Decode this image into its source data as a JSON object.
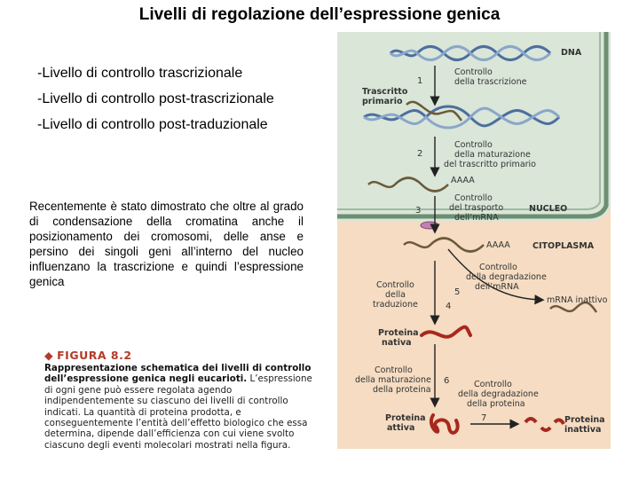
{
  "title": "Livelli di regolazione dell’espressione genica",
  "bullets": [
    "-Livello di controllo trascrizionale",
    "-Livello di controllo post-trascrizionale",
    "-Livello di controllo post-traduzionale"
  ],
  "paragraph": "Recentemente è stato dimostrato che oltre al grado di condensazione della cromatina anche il posizionamento dei cromosomi, delle anse e persino dei singoli geni all’interno del nucleo influenzano la trascrizione e quindi l’espressione genica",
  "figure": {
    "label": "FIGURA 8.2",
    "caption_bold": "Rappresentazione schematica dei livelli di controllo dell’espressione genica negli eucarioti.",
    "caption_rest": " L’espressione di ogni gene può essere regolata agendo indipendentemente su ciascuno dei livelli di controllo indicati. La quantità di proteina prodotta, e conseguentemente l’entità dell’effetto biologico che essa determina, dipende dall’efficienza con cui viene svolto ciascuno degli eventi molecolari mostrati nella figura."
  },
  "diagram": {
    "colors": {
      "nucleus": "#d9e6d8",
      "cytoplasm": "#f5dcc2",
      "membrane": "#6c8f72",
      "dna_blue": "#4d6e9e",
      "rna": "#6b5a3a",
      "protein": "#a8281e"
    },
    "dna_label": "DNA",
    "nucleus_label": "NUCLEO",
    "cytoplasm_label": "CITOPLASMA",
    "primary_transcript_label": [
      "Trascritto",
      "primario"
    ],
    "steps": [
      {
        "number": "1",
        "label": [
          "Controllo",
          "della trascrizione"
        ]
      },
      {
        "number": "2",
        "label": [
          "Controllo",
          "della maturazione",
          "del trascritto primario"
        ]
      },
      {
        "number": "3",
        "label": [
          "Controllo",
          "del trasporto",
          "dell’mRNA"
        ]
      },
      {
        "number": "4",
        "label": [
          "Controllo",
          "della",
          "traduzione"
        ]
      },
      {
        "number": "5",
        "label": [
          "Controllo",
          "della degradazione",
          "dell’mRNA"
        ]
      },
      {
        "number": "6",
        "label": [
          "Controllo",
          "della maturazione",
          "della proteina"
        ]
      },
      {
        "number": "7",
        "label": [
          "Controllo",
          "della degradazione",
          "della proteina"
        ]
      }
    ],
    "polyA_1": "AAAA",
    "polyA_2": "AAAA",
    "mrna_inactive": "mRNA inattivo",
    "nascent_protein": [
      "Proteina",
      "nativa"
    ],
    "active_protein": [
      "Proteina",
      "attiva"
    ],
    "inactive_protein": [
      "Proteina",
      "inattiva"
    ]
  }
}
